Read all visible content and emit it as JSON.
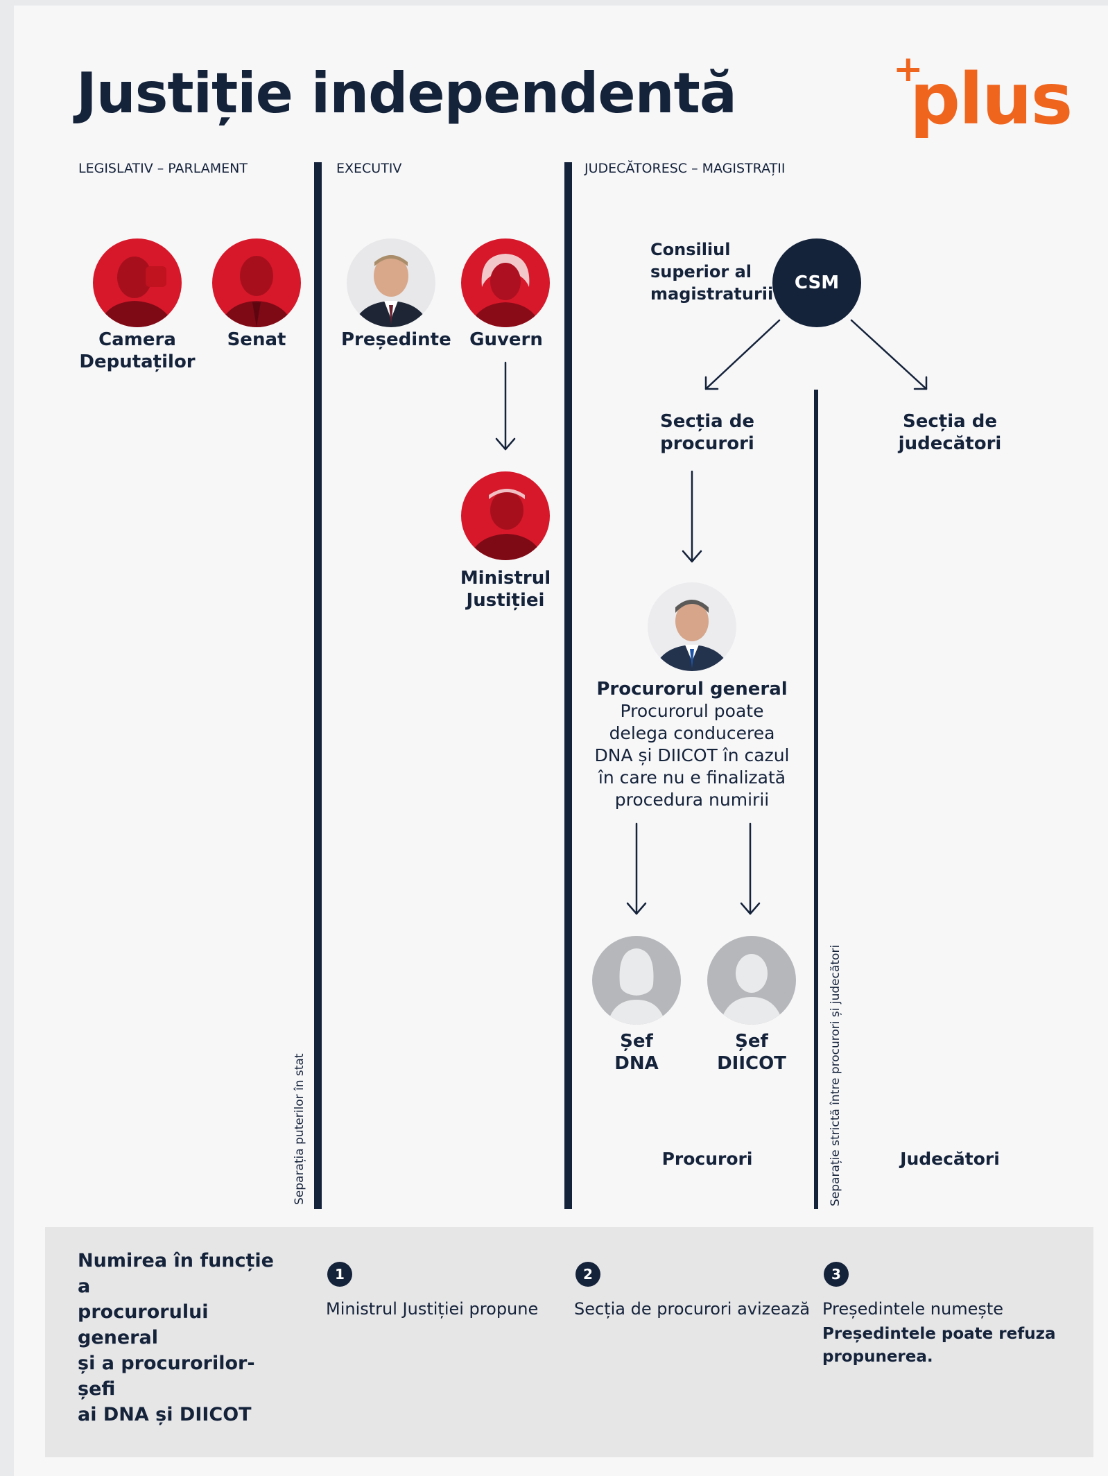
{
  "title": "Justiție independentă",
  "logo": {
    "sign": "+",
    "word": "plus",
    "color": "#f0651e"
  },
  "columns": {
    "legislative": "LEGISLATIV – PARLAMENT",
    "executive": "EXECUTIV",
    "judicial": "JUDECĂTORESC – MAGISTRAȚII"
  },
  "people": {
    "camera": [
      "Camera",
      "Deputaților"
    ],
    "senat": "Senat",
    "presedinte": "Președinte",
    "guvern": "Guvern",
    "ministrul": [
      "Ministrul",
      "Justiției"
    ],
    "procuror_general": "Procurorul general",
    "sef_dna": [
      "Șef",
      "DNA"
    ],
    "sef_diicot": [
      "Șef",
      "DIICOT"
    ]
  },
  "csm": {
    "label": "CSM",
    "description": [
      "Consiliul",
      "superior al",
      "magistraturii"
    ]
  },
  "sections": {
    "procurori": [
      "Secția de",
      "procurori"
    ],
    "judecatori": [
      "Secția de",
      "judecători"
    ]
  },
  "note": [
    "Procurorul poate",
    "delega conducerea",
    "DNA și DIICOT în cazul",
    "în care nu e finalizată",
    "procedura numirii"
  ],
  "bottom_labels": {
    "procurori": "Procurori",
    "judecatori": "Judecători"
  },
  "vertical_texts": {
    "separation_powers": "Separația puterilor în stat",
    "separation_strict": "Separație strictă între procurori și judecători"
  },
  "procedure": {
    "heading": [
      "Numirea în funcție a",
      "procurorului general",
      "și a procurorilor-șefi",
      "ai DNA și DIICOT"
    ],
    "steps": [
      {
        "number": "1",
        "text": "Ministrul Justiției propune"
      },
      {
        "number": "2",
        "text": "Secția de procurori avizează"
      },
      {
        "number": "3",
        "text": "Președintele numește",
        "extra": [
          "Președintele poate refuza",
          "propunerea."
        ]
      }
    ]
  },
  "colors": {
    "navy": "#14223a",
    "red": "#d7182a",
    "orange": "#f0651e",
    "grey_avatar": "#b5b7ba"
  }
}
